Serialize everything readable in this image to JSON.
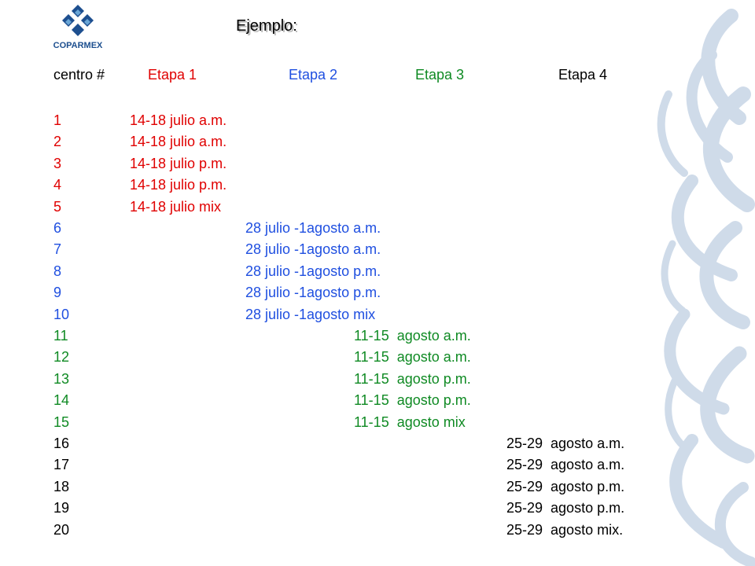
{
  "logo": {
    "text": "COPARMEX",
    "icon": "coparmex-logo-icon"
  },
  "title": "Ejemplo:",
  "header": {
    "centro": "centro #",
    "stages": [
      "Etapa 1",
      "Etapa 2",
      "Etapa 3",
      "Etapa 4"
    ]
  },
  "colors": {
    "etapa1": "#e00000",
    "etapa2": "#1f4fe0",
    "etapa3": "#0f8a23",
    "etapa4": "#000000"
  },
  "rows": [
    {
      "num": "1",
      "stage": 1,
      "date": "14-18 julio a.m."
    },
    {
      "num": "2",
      "stage": 1,
      "date": "14-18 julio a.m."
    },
    {
      "num": "3",
      "stage": 1,
      "date": "14-18 julio p.m."
    },
    {
      "num": "4",
      "stage": 1,
      "date": "14-18 julio p.m."
    },
    {
      "num": "5",
      "stage": 1,
      "date": "14-18 julio mix"
    },
    {
      "num": "6",
      "stage": 2,
      "date": "28 julio -1agosto a.m."
    },
    {
      "num": "7",
      "stage": 2,
      "date": "28 julio -1agosto a.m."
    },
    {
      "num": "8",
      "stage": 2,
      "date": "28 julio -1agosto p.m."
    },
    {
      "num": "9",
      "stage": 2,
      "date": "28 julio -1agosto p.m."
    },
    {
      "num": "10",
      "stage": 2,
      "date": "28 julio -1agosto mix"
    },
    {
      "num": "11",
      "stage": 3,
      "date": "11-15  agosto a.m."
    },
    {
      "num": "12",
      "stage": 3,
      "date": "11-15  agosto a.m."
    },
    {
      "num": "13",
      "stage": 3,
      "date": "11-15  agosto p.m."
    },
    {
      "num": "14",
      "stage": 3,
      "date": "11-15  agosto p.m."
    },
    {
      "num": "15",
      "stage": 3,
      "date": "11-15  agosto mix"
    },
    {
      "num": "16",
      "stage": 4,
      "date": "25-29  agosto a.m."
    },
    {
      "num": "17",
      "stage": 4,
      "date": "25-29  agosto a.m."
    },
    {
      "num": "18",
      "stage": 4,
      "date": "25-29  agosto p.m."
    },
    {
      "num": "19",
      "stage": 4,
      "date": "25-29  agosto p.m."
    },
    {
      "num": "20",
      "stage": 4,
      "date": "25-29  agosto mix."
    }
  ]
}
